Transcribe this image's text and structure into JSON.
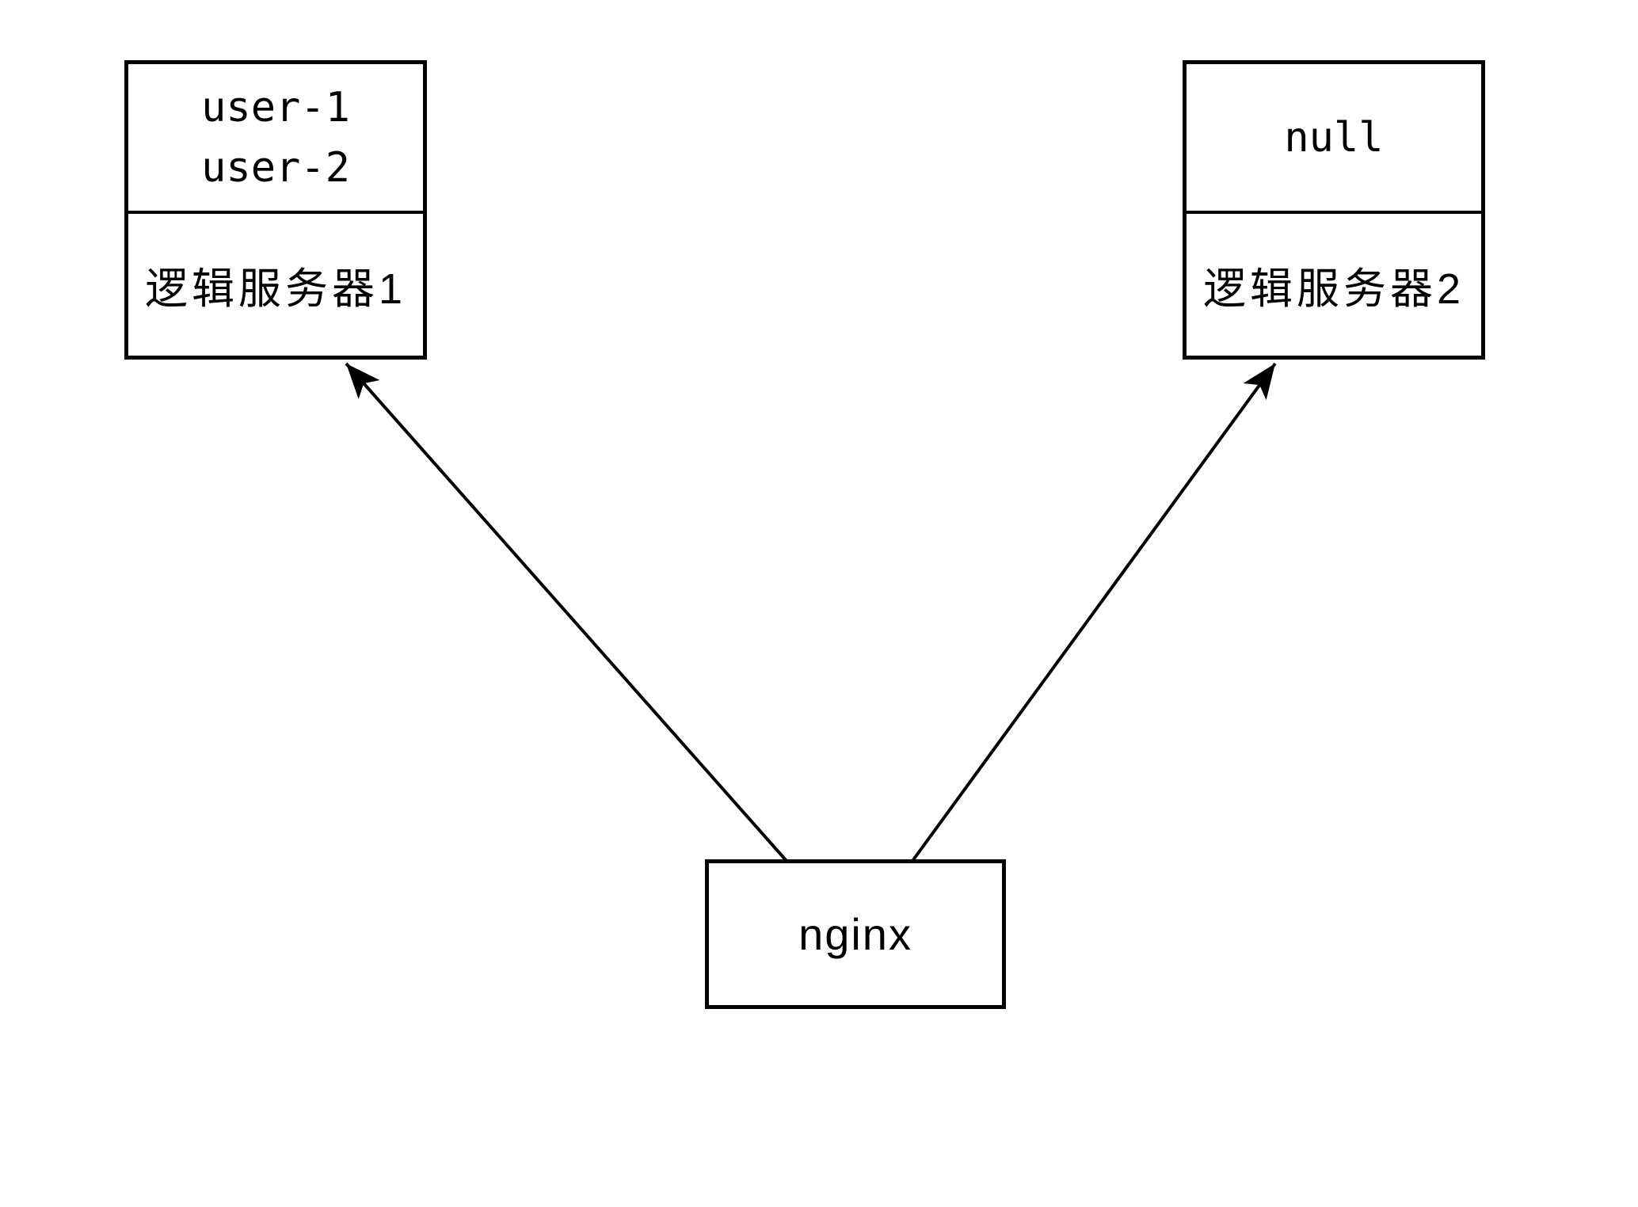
{
  "diagram": {
    "type": "topology-diagram",
    "background_color": "#ffffff",
    "line_color": "#000000",
    "text_color": "#000000",
    "nodes": {
      "server1": {
        "users": [
          "user-1",
          "user-2"
        ],
        "label": "逻辑服务器1"
      },
      "server2": {
        "users": [
          "null"
        ],
        "label": "逻辑服务器2"
      },
      "nginx": {
        "label": "nginx"
      }
    },
    "edges": [
      {
        "from": "nginx",
        "to": "server1",
        "style": "arrow"
      },
      {
        "from": "nginx",
        "to": "server2",
        "style": "arrow"
      }
    ]
  }
}
